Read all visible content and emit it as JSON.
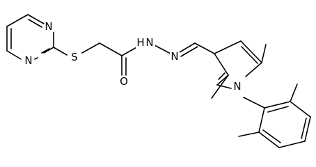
{
  "figure": {
    "type": "chemical-structure",
    "background": "#ffffff",
    "ink": "#000000"
  },
  "atom_labels": {
    "pyrimidine_n_top": "N",
    "pyrimidine_n_bottom": "N",
    "thioether_s": "S",
    "carbonyl_o": "O",
    "hydrazide_nh": "H",
    "hydrazide_n1": "N",
    "imine_n": "N",
    "pyrrole_n": "N"
  }
}
